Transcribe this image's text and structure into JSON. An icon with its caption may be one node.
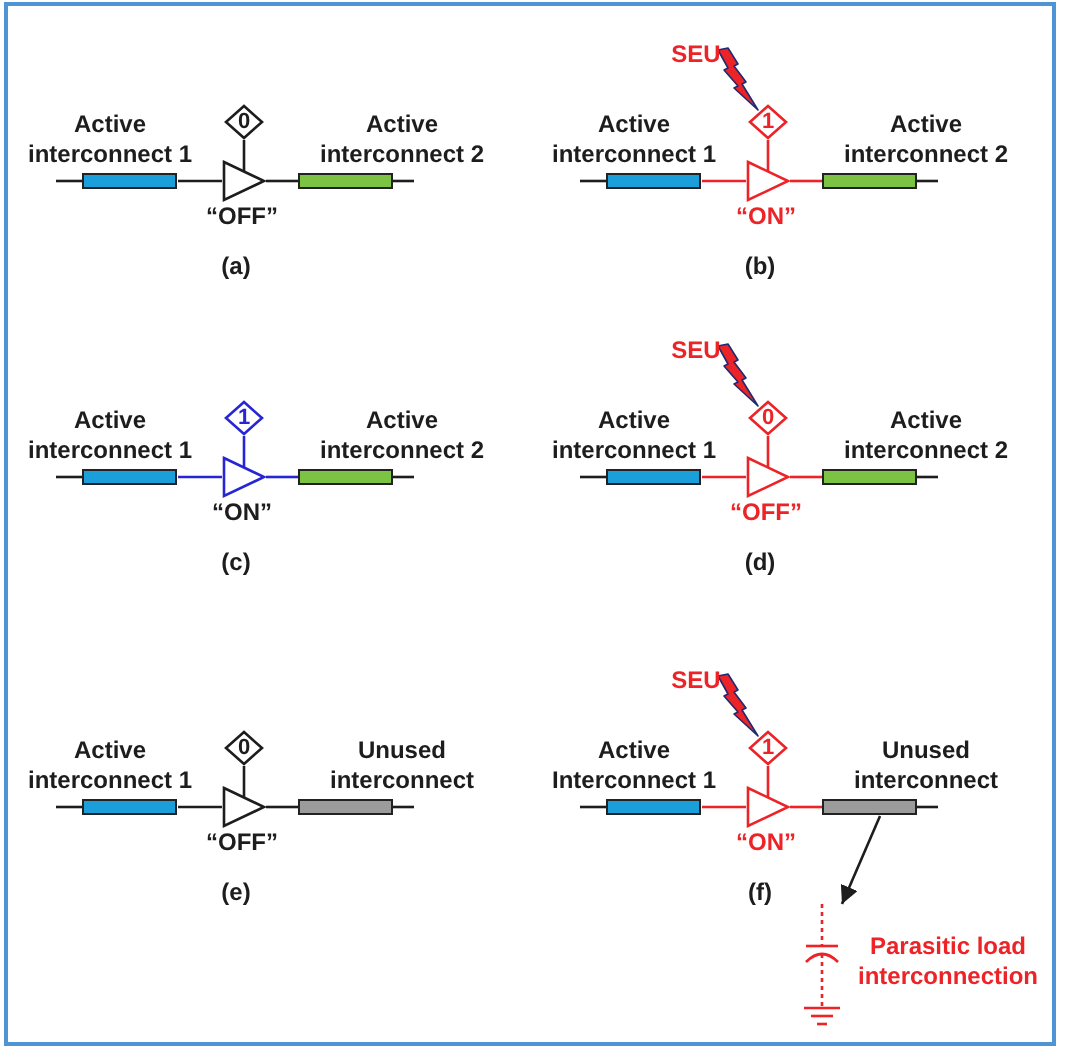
{
  "diagram": {
    "nodes": [
      {
        "text": [
          "0"
        ]
      },
      {
        "text": [],
        "shape": "bar",
        "beside": [
          "Active interconnect 1"
        ]
      },
      {
        "text": [],
        "shape": "triangle",
        "beside": [
          "“OFF”"
        ]
      },
      {
        "text": [],
        "shape": "bar",
        "beside": [
          "Active interconnect 2"
        ]
      },
      {
        "text": [
          "1"
        ]
      },
      {
        "text": [],
        "shape": "bar",
        "beside": [
          "Active interconnect 1"
        ]
      },
      {
        "text": [],
        "shape": "triangle",
        "beside": [
          "“ON”"
        ]
      },
      {
        "text": [],
        "shape": "bar",
        "beside": [
          "Active interconnect 2"
        ]
      },
      {
        "text": [
          "1"
        ]
      },
      {
        "text": [],
        "shape": "bar",
        "beside": [
          "Active interconnect 1"
        ]
      },
      {
        "text": [],
        "shape": "triangle",
        "beside": [
          "“ON”"
        ]
      },
      {
        "text": [],
        "shape": "bar",
        "beside": [
          "Active interconnect 2"
        ]
      },
      {
        "text": [
          "0"
        ]
      },
      {
        "text": [],
        "shape": "bar",
        "beside": [
          "Active interconnect 1"
        ]
      },
      {
        "text": [],
        "shape": "triangle",
        "beside": [
          "“OFF”"
        ]
      },
      {
        "text": [],
        "shape": "bar",
        "beside": [
          "Active interconnect 2"
        ]
      },
      {
        "text": [
          "0"
        ]
      },
      {
        "text": [],
        "shape": "bar",
        "beside": [
          "Active interconnect 1"
        ]
      },
      {
        "text": [],
        "shape": "triangle",
        "beside": [
          "“OFF”"
        ]
      },
      {
        "text": [],
        "shape": "bar",
        "beside": [
          "Unused interconnect"
        ]
      },
      {
        "text": [
          "1"
        ]
      },
      {
        "text": [],
        "shape": "bar",
        "beside": [
          "Active Interconnect 1"
        ]
      },
      {
        "text": [],
        "shape": "triangle",
        "beside": [
          "“ON”"
        ]
      },
      {
        "text": [],
        "shape": "bar",
        "beside": [
          "Unused interconnect"
        ]
      },
      {
        "text": [],
        "shape": "capacitor",
        "beside": [
          "Parasitic load interconnection"
        ]
      }
    ],
    "edges": [
      {
        "from": 1,
        "to": 2,
        "arrow": "none",
        "color": "#1d1d1d"
      },
      {
        "from": 2,
        "to": 3,
        "arrow": "none",
        "color": "#1d1d1d"
      },
      {
        "from": 0,
        "to": 2,
        "arrow": "none",
        "color": "#1d1d1d"
      },
      {
        "from": 5,
        "to": 6,
        "arrow": "none",
        "color": "#ec2327"
      },
      {
        "from": 6,
        "to": 7,
        "arrow": "none",
        "color": "#ec2327"
      },
      {
        "from": 4,
        "to": 6,
        "arrow": "none",
        "color": "#ec2327"
      },
      {
        "from": 9,
        "to": 10,
        "arrow": "none",
        "color": "#2626d4"
      },
      {
        "from": 10,
        "to": 11,
        "arrow": "none",
        "color": "#2626d4"
      },
      {
        "from": 8,
        "to": 10,
        "arrow": "none",
        "color": "#2626d4"
      },
      {
        "from": 13,
        "to": 14,
        "arrow": "none",
        "color": "#ec2327"
      },
      {
        "from": 14,
        "to": 15,
        "arrow": "none",
        "color": "#ec2327"
      },
      {
        "from": 12,
        "to": 14,
        "arrow": "none",
        "color": "#ec2327"
      },
      {
        "from": 17,
        "to": 18,
        "arrow": "none",
        "color": "#1d1d1d"
      },
      {
        "from": 18,
        "to": 19,
        "arrow": "none",
        "color": "#1d1d1d"
      },
      {
        "from": 16,
        "to": 18,
        "arrow": "none",
        "color": "#1d1d1d"
      },
      {
        "from": 21,
        "to": 22,
        "arrow": "none",
        "color": "#ec2327"
      },
      {
        "from": 22,
        "to": 23,
        "arrow": "none",
        "color": "#ec2327"
      },
      {
        "from": 20,
        "to": 22,
        "arrow": "none",
        "color": "#ec2327"
      },
      {
        "from": 23,
        "to": 24,
        "arrow": "to",
        "color": "#1d1d1d"
      }
    ],
    "labels": [
      "SEU",
      "(a)",
      "(b)",
      "SEU",
      "(c)",
      "(d)",
      "SEU",
      "(e)",
      "(f)"
    ]
  }
}
